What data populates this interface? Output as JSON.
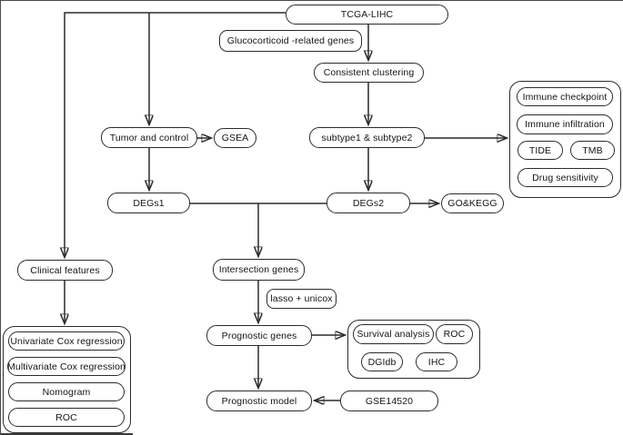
{
  "figure": {
    "type": "flowchart",
    "nodes": {
      "tcga_lihc": "TCGA-LIHC",
      "glucocorticoid_genes": "Glucocorticoid -related genes",
      "consistent_clustering": "Consistent clustering",
      "tumor_and_control": "Tumor and control",
      "gsea": "GSEA",
      "subtypes": "subtype1 & subtype2",
      "degs1": "DEGs1",
      "degs2": "DEGs2",
      "go_kegg": "GO&KEGG",
      "clinical_features": "Clinical features",
      "intersection_genes": "Intersection genes",
      "lasso_unicox": "lasso + unicox",
      "prognostic_genes": "Prognostic genes",
      "prognostic_model": "Prognostic model",
      "gse14520": "GSE14520"
    },
    "panels": {
      "immune": {
        "items": [
          "Immune checkpoint",
          "Immune infiltration",
          "TIDE",
          "TMB",
          "Drug sensitivity"
        ]
      },
      "validation": {
        "items": [
          "Survival analysis",
          "ROC",
          "DGIdb",
          "IHC"
        ]
      },
      "clinical": {
        "items": [
          "Univariate Cox regression",
          "Multivariate Cox regression",
          "Nomogram",
          "ROC"
        ]
      }
    },
    "edges": [
      "TCGA-LIHC -> Tumor and control",
      "TCGA-LIHC -> Clinical features",
      "TCGA-LIHC -> Consistent clustering (via Glucocorticoid -related genes)",
      "Consistent clustering -> subtype1 & subtype2",
      "subtype1 & subtype2 -> immune panel",
      "subtype1 & subtype2 -> DEGs2",
      "Tumor and control -> GSEA",
      "Tumor and control -> DEGs1",
      "DEGs2 -> GO&KEGG",
      "DEGs1 + DEGs2 -> Intersection genes",
      "Intersection genes -> Prognostic genes (via lasso + unicox)",
      "Prognostic genes -> validation panel",
      "Prognostic genes -> Prognostic model",
      "GSE14520 -> Prognostic model",
      "Clinical features -> clinical panel"
    ],
    "colors": {
      "line": "#2b2b2b",
      "box_border": "#2b2b2b",
      "box_fill": "#ffffff",
      "text": "#141414",
      "background": "#ffffff"
    }
  }
}
